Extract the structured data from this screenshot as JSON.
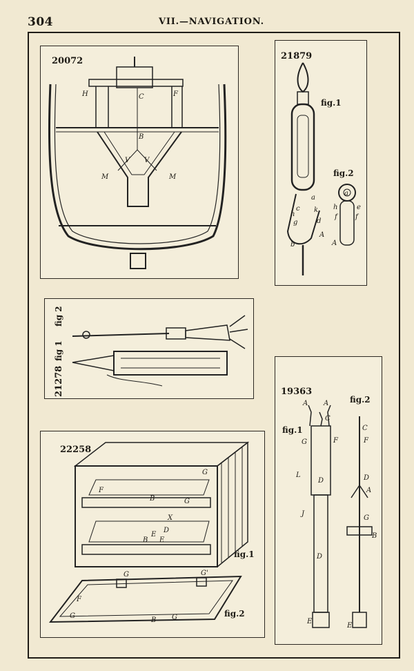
{
  "header": {
    "page_number": "304",
    "running_title": "VII.—NAVIGATION."
  },
  "figures": {
    "f20072": {
      "patent": "20072",
      "letters": [
        "H",
        "F",
        "C",
        "B",
        "V",
        "V",
        "M",
        "M"
      ]
    },
    "f21879": {
      "patent": "21879",
      "fig1": "fig.1",
      "fig2": "fig.2",
      "letters": [
        "a",
        "c",
        "h",
        "k",
        "g",
        "d",
        "b",
        "A",
        "a",
        "h",
        "e",
        "f",
        "f",
        "A"
      ]
    },
    "f21278": {
      "patent": "21278",
      "fig1": "fig 1",
      "fig2": "fig 2"
    },
    "f19363": {
      "patent": "19363",
      "fig1": "fig.1",
      "fig2": "fig.2",
      "letters": [
        "A",
        "A",
        "C",
        "G",
        "F",
        "L",
        "D",
        "J",
        "D",
        "E",
        "C",
        "F",
        "D",
        "A",
        "G",
        "B",
        "E"
      ]
    },
    "f22258": {
      "patent": "22258",
      "fig1": "fig.1",
      "fig2": "fig.2",
      "letters": [
        "F",
        "G",
        "B",
        "G",
        "E",
        "X",
        "D",
        "B",
        "E",
        "G",
        "G'",
        "F",
        "G",
        "B",
        "G"
      ]
    }
  }
}
